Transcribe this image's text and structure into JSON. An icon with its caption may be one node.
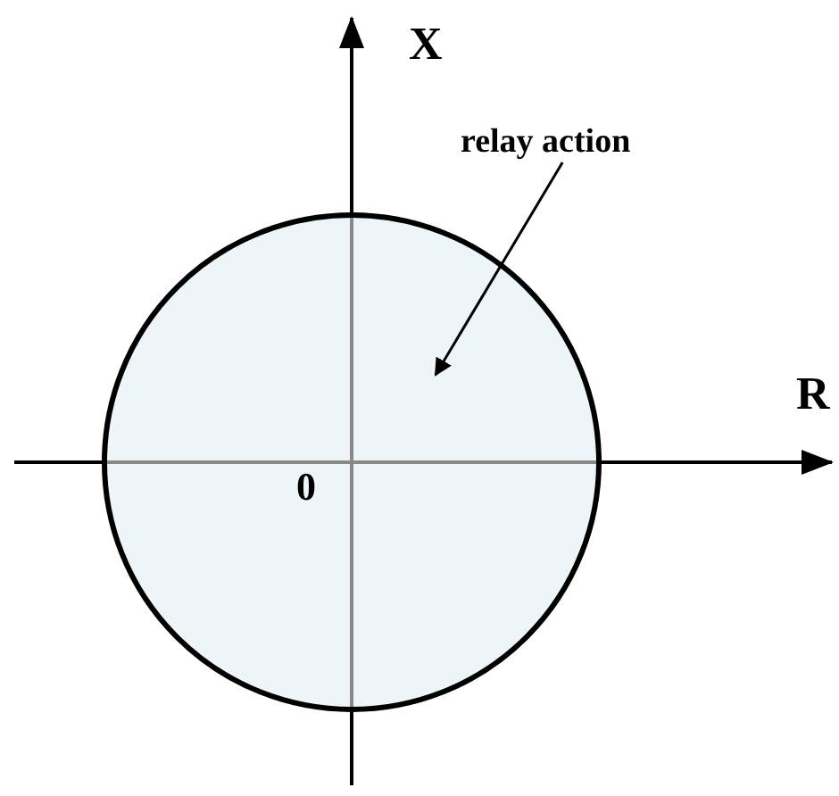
{
  "diagram": {
    "nodes": [
      {
        "text": [
          "relay action"
        ]
      },
      {
        "text": [],
        "shape": "circle"
      }
    ],
    "edges": [
      {
        "from": 0,
        "to": 1,
        "arrow": "to"
      }
    ],
    "labels": [
      "X",
      "R",
      "0"
    ]
  }
}
